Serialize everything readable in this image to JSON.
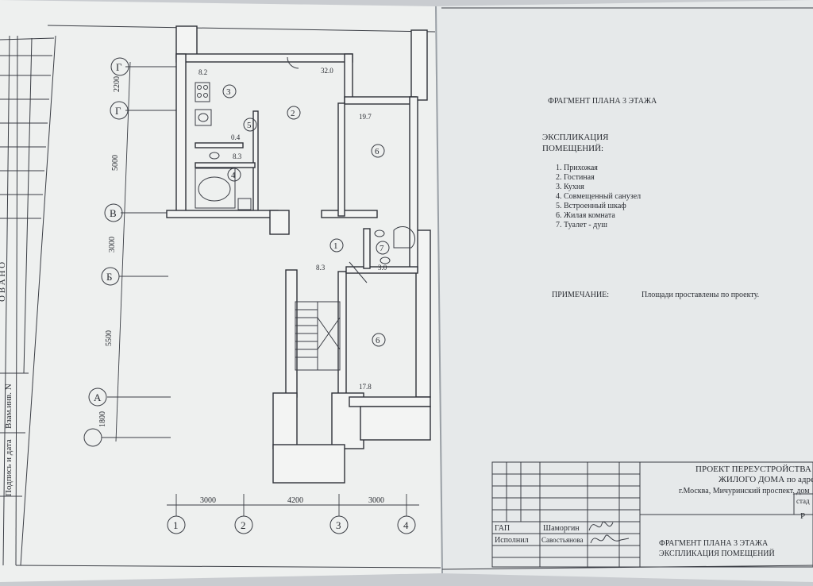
{
  "plan": {
    "fragment_title": "ФРАГМЕНТ ПЛАНА 3 ЭТАЖА",
    "areas": {
      "kitchen": "8.2",
      "living": "32.0",
      "bedroom_top": "19.7",
      "closet": "0.4",
      "bath": "8.3",
      "hall": "8.3",
      "wc": "3.0",
      "bedroom_bottom": "17.8"
    },
    "room_numbers": {
      "kitchen": "3",
      "living": "2",
      "closet": "5",
      "bath": "4",
      "bedroom_top": "6",
      "hall": "1",
      "wc": "7",
      "bedroom_bottom": "6"
    },
    "axes_letters": [
      "Г",
      "Г",
      "В",
      "Б",
      "А"
    ],
    "axes_numbers": [
      "1",
      "2",
      "3",
      "4"
    ],
    "dims_vertical": [
      "2200",
      "5000",
      "3000",
      "5500",
      "1800"
    ],
    "dims_horizontal": [
      "3000",
      "4200",
      "3000"
    ]
  },
  "explication": {
    "heading_line1": "ЭКСПЛИКАЦИЯ",
    "heading_line2": "ПОМЕЩЕНИЙ:",
    "items": [
      "1. Прихожая",
      "2. Гостиная",
      "3. Кухня",
      "4. Совмещенный санузел",
      "5. Встроенный шкаф",
      "6. Жилая комната",
      "7. Туалет - душ"
    ],
    "note_label": "ПРИМЕЧАНИЕ:",
    "note_text": "Площади проставлены по проекту."
  },
  "left_margin": {
    "label1": "Взам.инв. N",
    "label2": "Подпись и дата",
    "partial": "О В А Н О"
  },
  "title_block": {
    "project_line1": "ПРОЕКТ ПЕРЕУСТРОЙСТВА КВ",
    "project_line2": "ЖИЛОГО ДОМА по адрес",
    "project_line3": "г.Москва, Мичуринский проспект, дом",
    "stage": "стад",
    "sheet_letter": "Р",
    "role1": "ГАП",
    "name1": "Шаморгин",
    "role2": "Исполнил",
    "name2": "Савостьянова",
    "drawing_line1": "ФРАГМЕНТ ПЛАНА 3 ЭТАЖА",
    "drawing_line2": "ЭКСПЛИКАЦИЯ ПОМЕЩЕНИЙ"
  }
}
